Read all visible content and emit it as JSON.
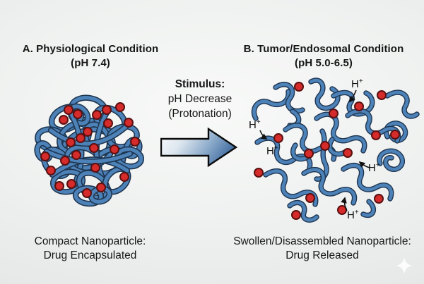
{
  "panel_a": {
    "title": "A. Physiological Condition",
    "subtitle": "(pH 7.4)",
    "caption_line1": "Compact Nanoparticle:",
    "caption_line2": "Drug Encapsulated"
  },
  "panel_b": {
    "title": "B. Tumor/Endosomal Condition",
    "subtitle": "(pH 5.0-6.5)",
    "caption_line1": "Swollen/Disassembled Nanoparticle:",
    "caption_line2": "Drug Released"
  },
  "stimulus": {
    "heading": "Stimulus:",
    "line1": "pH Decrease",
    "line2": "(Protonation)"
  },
  "proton_label": {
    "base": "H",
    "sup": "+"
  },
  "colors": {
    "polymer_blue": "#4d82b8",
    "polymer_outline": "#1e3550",
    "drug_red": "#d62b2b",
    "drug_red_outline": "#5a1010",
    "arrow_gradient_start": "#fcfdfe",
    "arrow_gradient_end": "#4a74a6",
    "text": "#161616",
    "background": "#eff1f0"
  }
}
